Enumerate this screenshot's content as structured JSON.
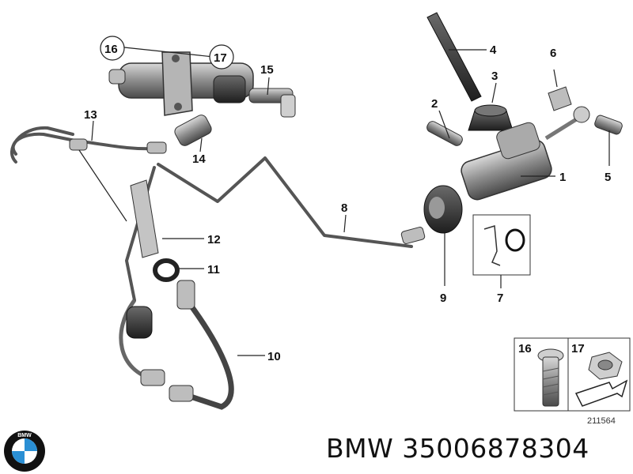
{
  "callouts": [
    "1",
    "2",
    "3",
    "4",
    "5",
    "6",
    "7",
    "8",
    "9",
    "10",
    "11",
    "12",
    "13",
    "14",
    "15",
    "16",
    "17"
  ],
  "inset": {
    "labels": [
      "16",
      "17"
    ],
    "doc_id": "211564"
  },
  "caption": {
    "brand": "BMW",
    "part_number": "35006878304"
  },
  "logo": {
    "text": "BMW",
    "colors": {
      "blue": "#2a8fd4",
      "white": "#ffffff",
      "ring": "#111111"
    }
  },
  "colors": {
    "line": "#222222",
    "part_gray": "#9a9a9a",
    "part_dark": "#555555"
  }
}
